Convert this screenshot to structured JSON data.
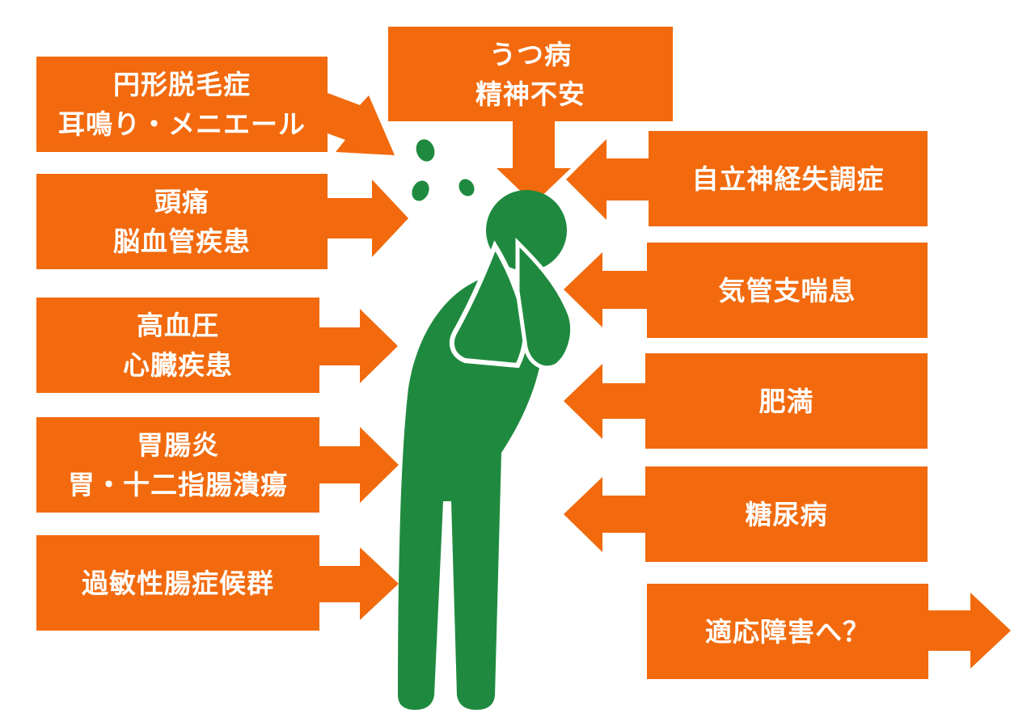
{
  "colors": {
    "accent": "#f26a0d",
    "figure": "#1f8a3f",
    "background": "#ffffff"
  },
  "figure": {
    "icon": "stressed-person-holding-head-icon"
  },
  "causes_left": [
    {
      "lines": [
        "円形脱毛症",
        "耳鳴り・メニエール"
      ]
    },
    {
      "lines": [
        "頭痛",
        "脳血管疾患"
      ]
    },
    {
      "lines": [
        "高血圧",
        "心臓疾患"
      ]
    },
    {
      "lines": [
        "胃腸炎",
        "胃・十二指腸潰瘍"
      ]
    },
    {
      "lines": [
        "過敏性腸症候群"
      ]
    }
  ],
  "causes_top": [
    {
      "lines": [
        "うつ病",
        "精神不安"
      ]
    }
  ],
  "causes_right": [
    {
      "lines": [
        "自立神経失調症"
      ]
    },
    {
      "lines": [
        "気管支喘息"
      ]
    },
    {
      "lines": [
        "肥満"
      ]
    },
    {
      "lines": [
        "糖尿病"
      ]
    }
  ],
  "outcome": {
    "lines": [
      "適応障害へ？"
    ]
  }
}
